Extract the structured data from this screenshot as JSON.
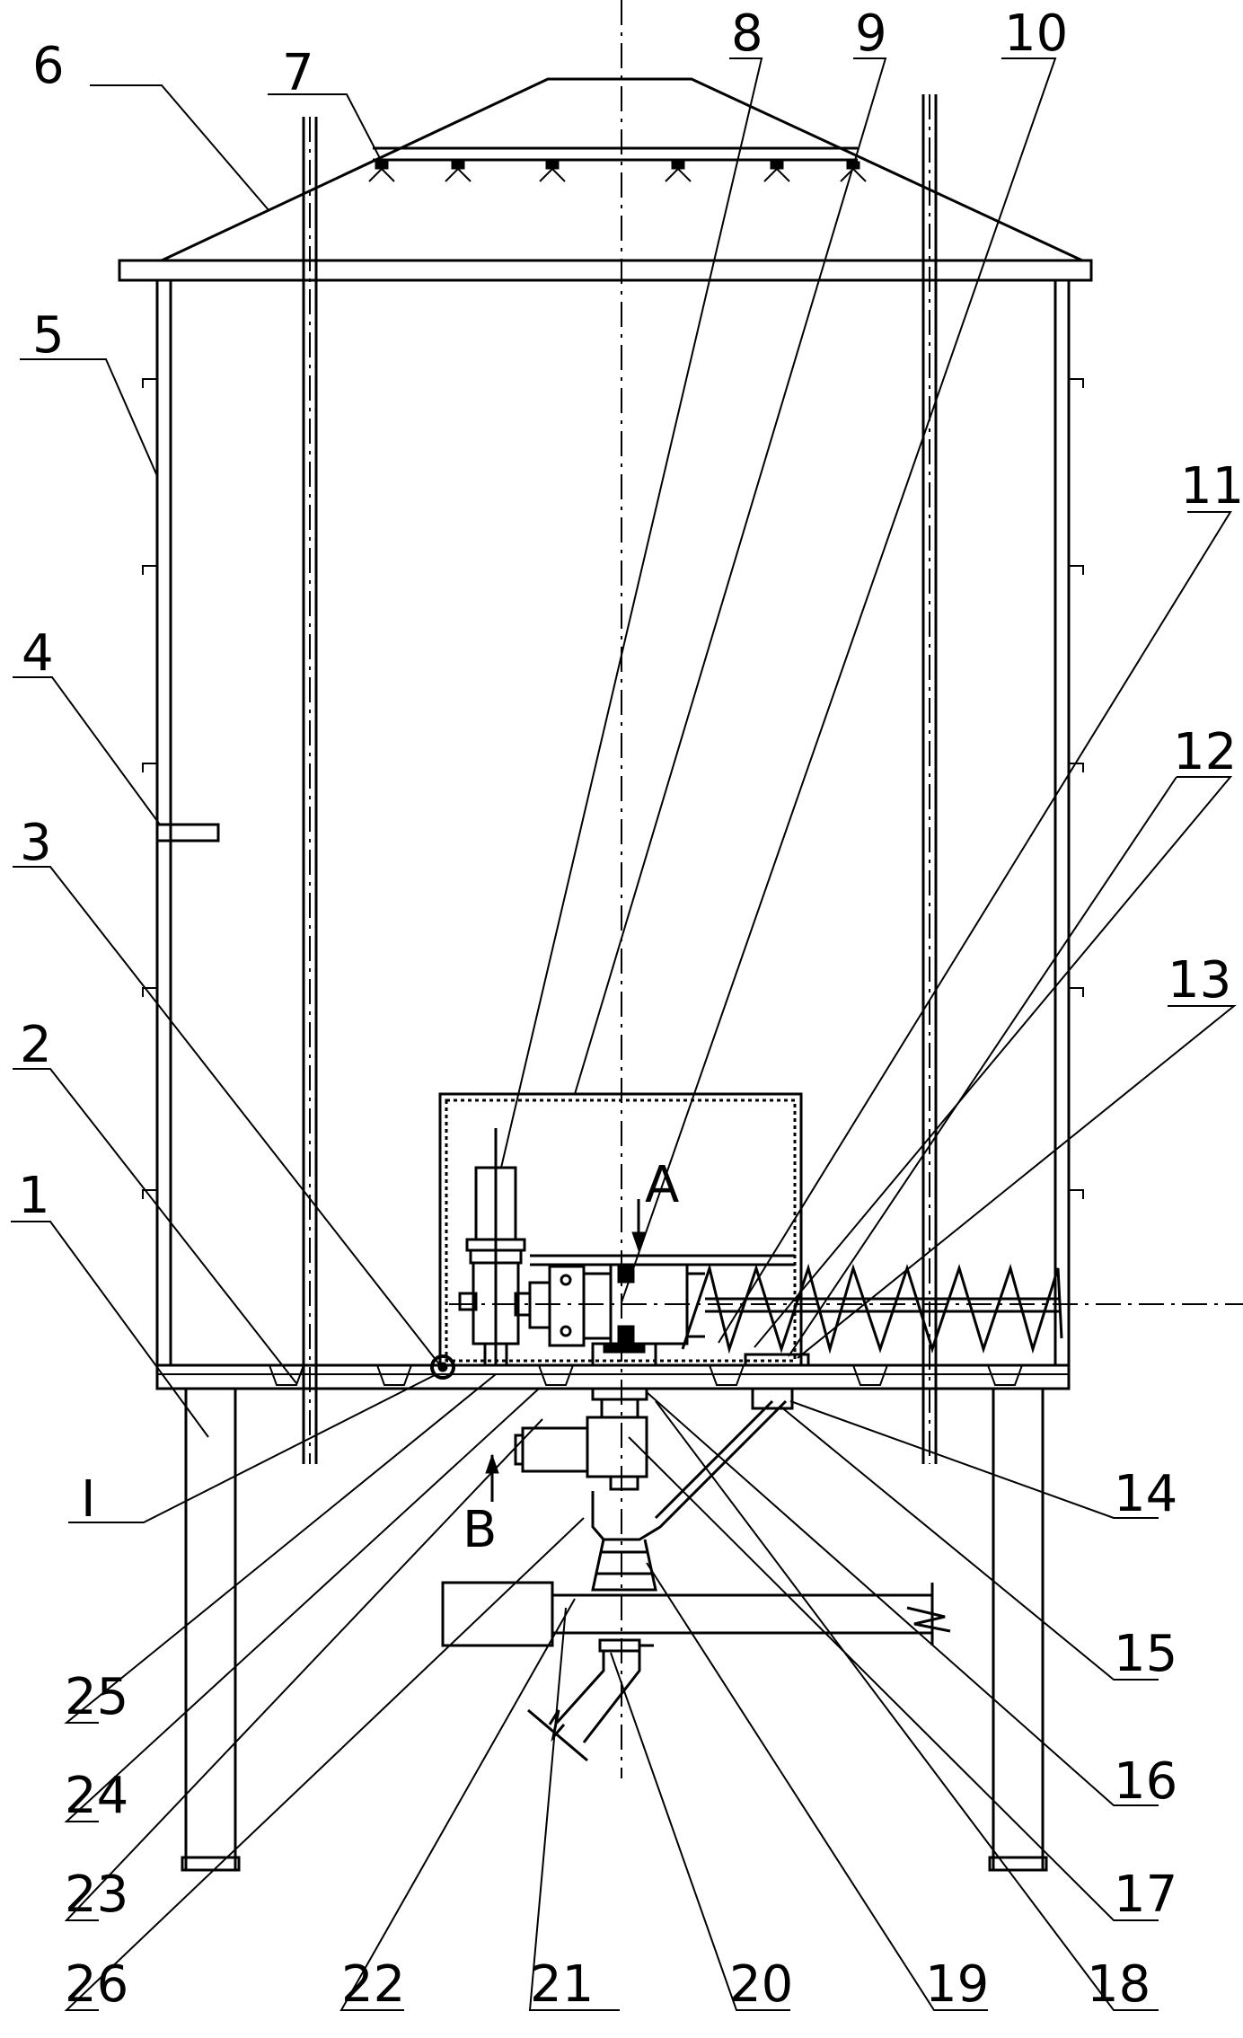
{
  "callouts": [
    "1",
    "2",
    "3",
    "4",
    "5",
    "6",
    "7",
    "8",
    "9",
    "10",
    "11",
    "12",
    "13",
    "14",
    "15",
    "16",
    "17",
    "18",
    "19",
    "20",
    "21",
    "22",
    "23",
    "24",
    "25",
    "26"
  ],
  "view_marks": {
    "section_a": "A",
    "section_b": "B",
    "detail_i": "I"
  }
}
